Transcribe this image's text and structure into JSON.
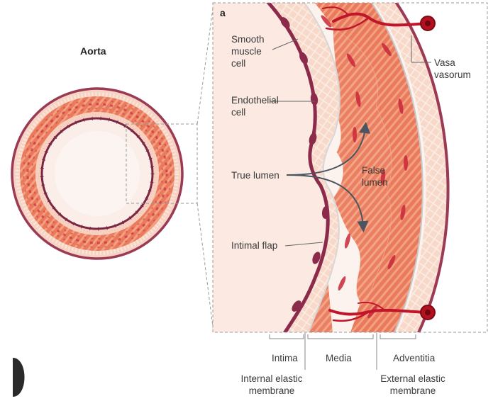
{
  "figure": {
    "panel_letter": "a",
    "aorta_title": "Aorta"
  },
  "labels": {
    "smooth_muscle_cell": [
      "Smooth",
      "muscle",
      "cell"
    ],
    "endothelial_cell": [
      "Endothelial",
      "cell"
    ],
    "true_lumen": "True lumen",
    "false_lumen": [
      "False",
      "lumen"
    ],
    "intimal_flap": "Intimal flap",
    "vasa_vasorum": [
      "Vasa",
      "vasorum"
    ]
  },
  "layers": {
    "intima": "Intima",
    "media": "Media",
    "adventitia": "Adventitia",
    "internal_elastic_membrane": [
      "Internal elastic",
      "membrane"
    ],
    "external_elastic_membrane": [
      "External elastic",
      "membrane"
    ]
  },
  "colors": {
    "adventitia": "#f7d9c8",
    "media": "#f08e6e",
    "media_cell": "#c8283a",
    "intima_pink": "#f8cdbb",
    "endothelium": "#8b2a4a",
    "outer_wall": "#9a3a55",
    "lumen": "#fbe9e2",
    "vessel": "#c0162a",
    "vessel_dark": "#8e0f1c",
    "dashed_box": "#999999",
    "arrow": "#4a5560"
  }
}
